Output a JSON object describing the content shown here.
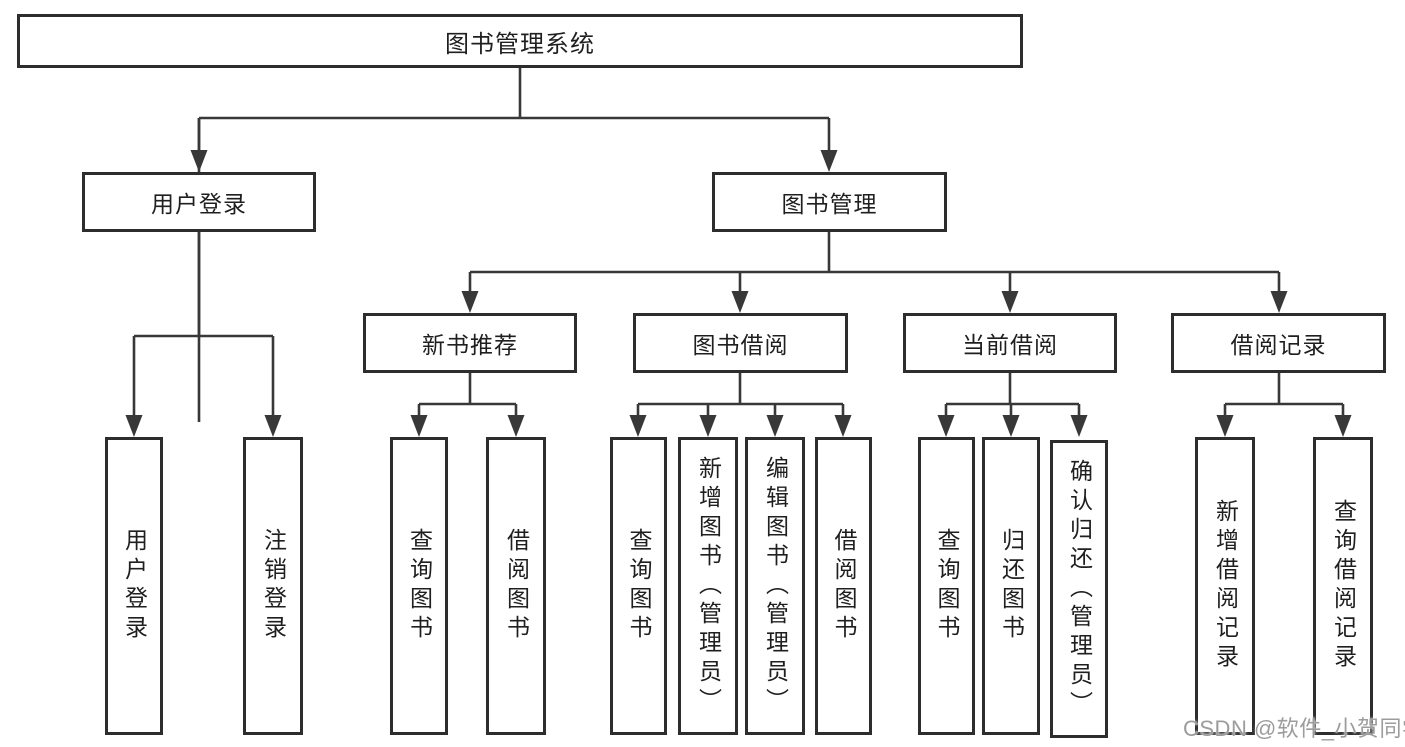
{
  "colors": {
    "line": "#383838",
    "box_border": "#2d2d2d",
    "box_fill": "#ffffff",
    "text": "#1f1f1f",
    "watermark": "#9c9c9c",
    "background": "#ffffff"
  },
  "nodes": {
    "root": "图书管理系统",
    "user_login": "用户登录",
    "book_mgmt": "图书管理",
    "new_book_rec": "新书推荐",
    "book_borrow": "图书借阅",
    "current_borrow": "当前借阅",
    "borrow_records": "借阅记录",
    "ul_user_login": "用户登录",
    "ul_logout": "注销登录",
    "nbr_query_book": "查询图书",
    "nbr_borrow_book": "借阅图书",
    "bb_query_book": "查询图书",
    "bb_add_book": "新增图书（管理员）",
    "bb_edit_book": "编辑图书（管理员）",
    "bb_borrow_book": "借阅图书",
    "cb_query_book": "查询图书",
    "cb_return_book": "归还图书",
    "cb_confirm_return": "确认归还（管理员）",
    "br_add_record": "新增借阅记录",
    "br_query_record": "查询借阅记录"
  },
  "hierarchy": {
    "图书管理系统": {
      "用户登录": [
        "用户登录",
        "注销登录"
      ],
      "图书管理": {
        "新书推荐": [
          "查询图书",
          "借阅图书"
        ],
        "图书借阅": [
          "查询图书",
          "新增图书（管理员）",
          "编辑图书（管理员）",
          "借阅图书"
        ],
        "当前借阅": [
          "查询图书",
          "归还图书",
          "确认归还（管理员）"
        ],
        "借阅记录": [
          "新增借阅记录",
          "查询借阅记录"
        ]
      }
    }
  },
  "watermark": {
    "text": "CSDN @软件_小贺同学"
  }
}
